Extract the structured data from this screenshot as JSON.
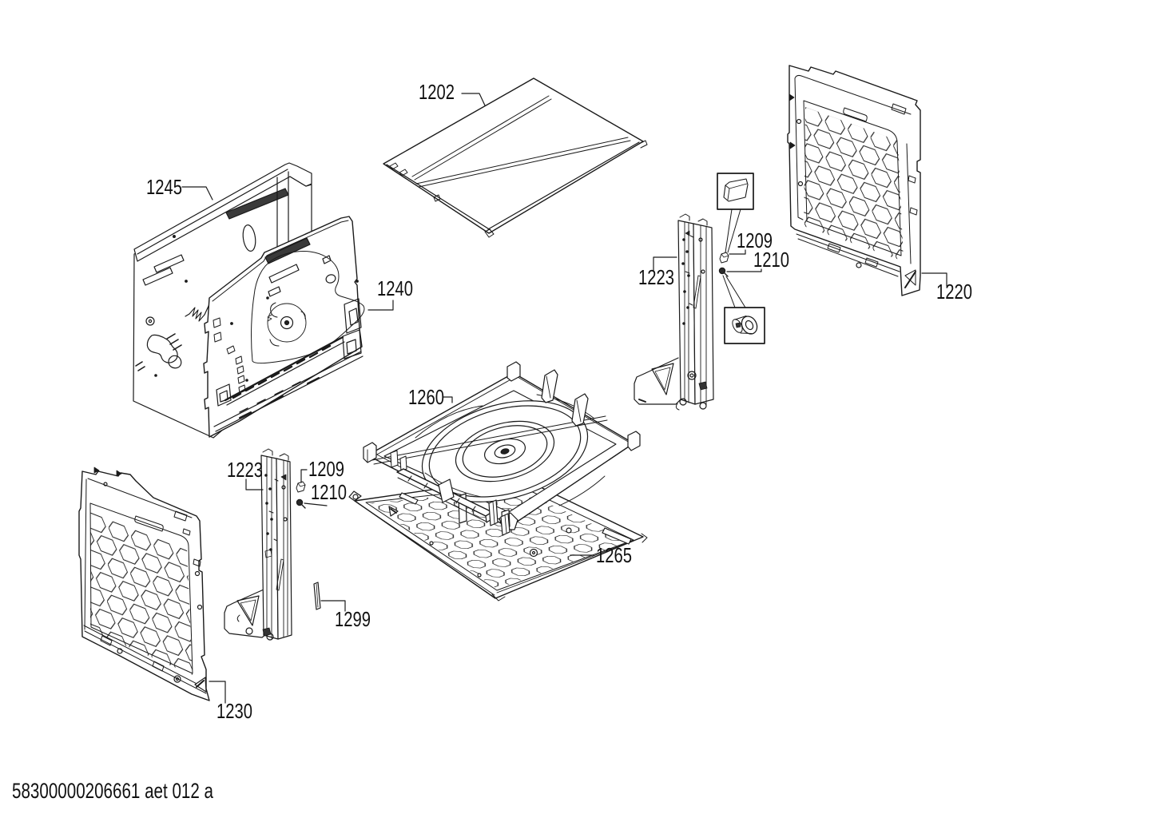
{
  "diagram": {
    "doc_code": "58300000206661 aet 012 a",
    "background_color": "#ffffff",
    "line_color": "#1a1a1a",
    "labels": {
      "p1202": "1202",
      "p1245": "1245",
      "p1240": "1240",
      "p1220": "1220",
      "p1223_right": "1223",
      "p1209_right": "1209",
      "p1210_right": "1210",
      "p1223_left": "1223",
      "p1209_left": "1209",
      "p1210_left": "1210",
      "p1260": "1260",
      "p1265": "1265",
      "p1299": "1299",
      "p1230": "1230"
    }
  }
}
